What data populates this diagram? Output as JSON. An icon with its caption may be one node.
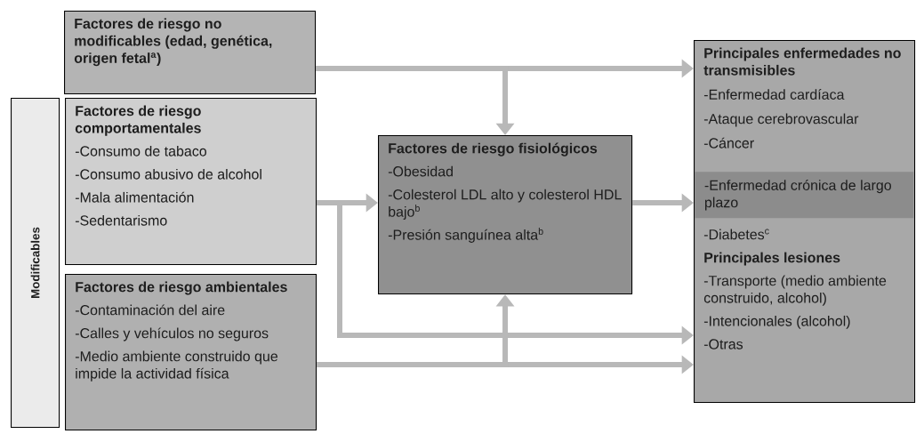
{
  "diagram": {
    "nodes": [
      {
        "text": [
          "Modificables"
        ]
      },
      {
        "text": [
          "Factores de riesgo no modificables (edad, genética, origen fetal$^{a}$)"
        ]
      },
      {
        "text": [
          "Factores de riesgo comportamentales",
          "-Consumo de tabaco",
          "-Consumo abusivo de alcohol",
          "-Mala alimentación",
          "-Sedentarismo"
        ]
      },
      {
        "text": [
          "Factores de riesgo ambientales",
          "-Contaminación del aire",
          "-Calles y vehículos no seguros",
          "-Medio ambiente construido que impide la actividad física"
        ]
      },
      {
        "text": [
          "Factores de riesgo fisiológicos",
          "-Obesidad",
          "-Colesterol LDL alto y colesterol HDL bajo$^{b}$",
          "-Presión sanguínea alta$^{b}$"
        ]
      },
      {
        "text": [
          "Principales enfermedades no transmisibles",
          "-Enfermedad cardíaca",
          "-Ataque cerebrovascular",
          "-Cáncer",
          "-Diabetes$^{c}$",
          "Principales lesiones",
          "-Transporte (medio ambiente construido, alcohol)",
          "-Intencionales (alcohol)",
          "-Otras"
        ]
      },
      {
        "text": [
          "-Enfermedad crónica de largo plazo"
        ],
        "in": 5
      }
    ],
    "edges": [
      {
        "from": 1,
        "to": 5,
        "arrow": "to"
      },
      {
        "from": 1,
        "to": 4,
        "arrow": "to"
      },
      {
        "from": 2,
        "to": 4,
        "arrow": "to"
      },
      {
        "from": 2,
        "to": 5,
        "arrow": "to"
      },
      {
        "from": 3,
        "to": 5,
        "arrow": "to"
      },
      {
        "from": 3,
        "to": 4,
        "arrow": "to"
      },
      {
        "from": 4,
        "to": 5,
        "arrow": "to"
      }
    ]
  }
}
